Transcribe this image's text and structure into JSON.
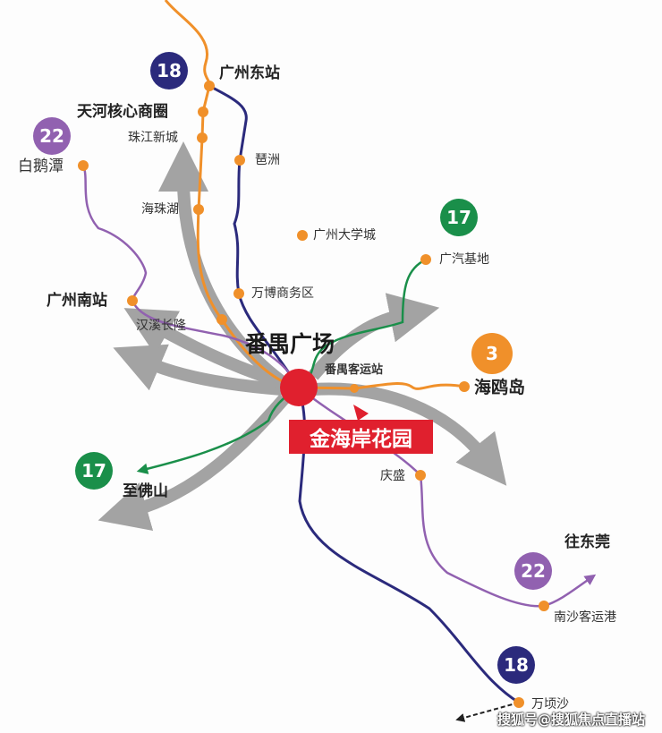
{
  "center": {
    "name": "番禺广场",
    "destination": "金海岸花园"
  },
  "lines": [
    {
      "id": "18",
      "color": "#2b2a7c"
    },
    {
      "id": "22",
      "color": "#9161b0"
    },
    {
      "id": "17",
      "color": "#1a8f4a"
    },
    {
      "id": "3",
      "color": "#f0902a"
    }
  ],
  "badges": {
    "b18_top": "18",
    "b22_top": "22",
    "b17_top": "17",
    "b3": "3",
    "b17_bottom": "17",
    "b22_bottom": "22",
    "b18_bottom": "18"
  },
  "stations": {
    "gz_east": "广州东站",
    "tianhe": "天河核心商圈",
    "zhujiang": "珠江新城",
    "pazhou": "琶洲",
    "baietan": "白鹅潭",
    "haizhuhu": "海珠湖",
    "university": "广州大学城",
    "gac": "广汽基地",
    "wanbo": "万博商务区",
    "gz_south": "广州南站",
    "hanxi": "汉溪长隆",
    "panyu_bus": "番禺客运站",
    "haiou": "海鸥岛",
    "foshan": "至佛山",
    "qingsheng": "庆盛",
    "dongguan": "往东莞",
    "nansha_port": "南沙客运港",
    "wanqingsha": "万顷沙"
  },
  "colors": {
    "station_dot": "#f0902a",
    "center_dot": "#e0202e",
    "arrow": "#9a9a9a",
    "destination_bg": "#e0202e"
  },
  "watermark": "搜狐号@搜狐焦点直播站"
}
